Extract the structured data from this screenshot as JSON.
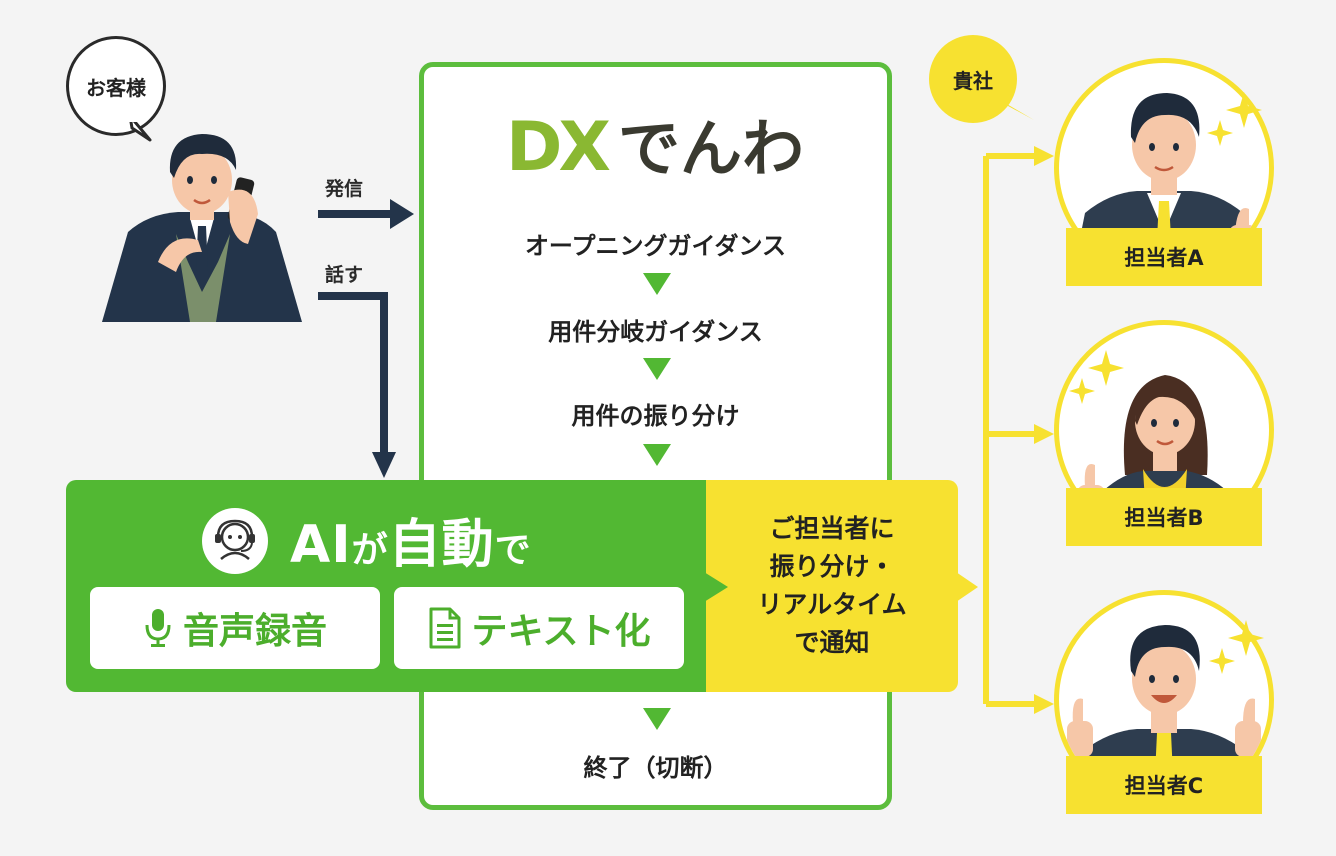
{
  "customer": {
    "label": "お客様"
  },
  "arrows": {
    "call_label": "発信",
    "speak_label": "話す"
  },
  "logo": {
    "dx": "DX",
    "denwa": "でんわ",
    "colors": {
      "dx": "#8ab832",
      "denwa": "#3a3a30"
    }
  },
  "steps": [
    "オープニングガイダンス",
    "用件分岐ガイダンス",
    "用件の振り分け",
    "終了（切断）"
  ],
  "ai": {
    "title_ai": "AI",
    "title_ga": "が",
    "title_auto": "自動",
    "title_de": "で",
    "chips": [
      {
        "icon": "microphone-icon",
        "label": "音声録音"
      },
      {
        "icon": "document-icon",
        "label": "テキスト化"
      }
    ]
  },
  "notify": {
    "lines": [
      "ご担当者に",
      "振り分け・",
      "リアルタイム",
      "で通知"
    ]
  },
  "company": {
    "label": "貴社"
  },
  "staff": [
    {
      "name": "担当者A"
    },
    {
      "name": "担当者B"
    },
    {
      "name": "担当者C"
    }
  ],
  "colors": {
    "green": "#52b833",
    "green_border": "#5cbd3d",
    "yellow": "#f7e130",
    "navy": "#23344a",
    "background": "#f4f4f4"
  }
}
